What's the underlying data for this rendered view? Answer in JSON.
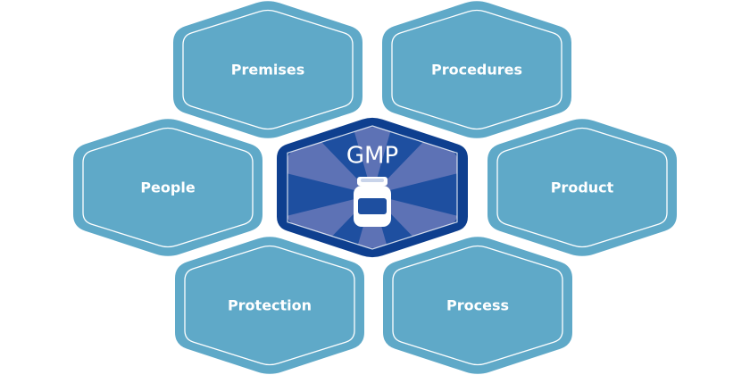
{
  "diagram": {
    "center": {
      "label": "GMP",
      "icon": "medicine-bottle-icon",
      "colors": {
        "outer": "#0e3f8f",
        "inner": "#1e4fa0",
        "rays": "#5d72b5",
        "text": "#ffffff"
      }
    },
    "nodes": [
      {
        "id": "premises",
        "label": "Premises",
        "position": "top-left"
      },
      {
        "id": "procedures",
        "label": "Procedures",
        "position": "top-right"
      },
      {
        "id": "people",
        "label": "People",
        "position": "left"
      },
      {
        "id": "product",
        "label": "Product",
        "position": "right"
      },
      {
        "id": "protection",
        "label": "Protection",
        "position": "bottom-left"
      },
      {
        "id": "process",
        "label": "Process",
        "position": "bottom-right"
      }
    ],
    "colors": {
      "node_fill": "#5fa9c8",
      "node_border": "#ffffff",
      "label": "#ffffff"
    }
  }
}
